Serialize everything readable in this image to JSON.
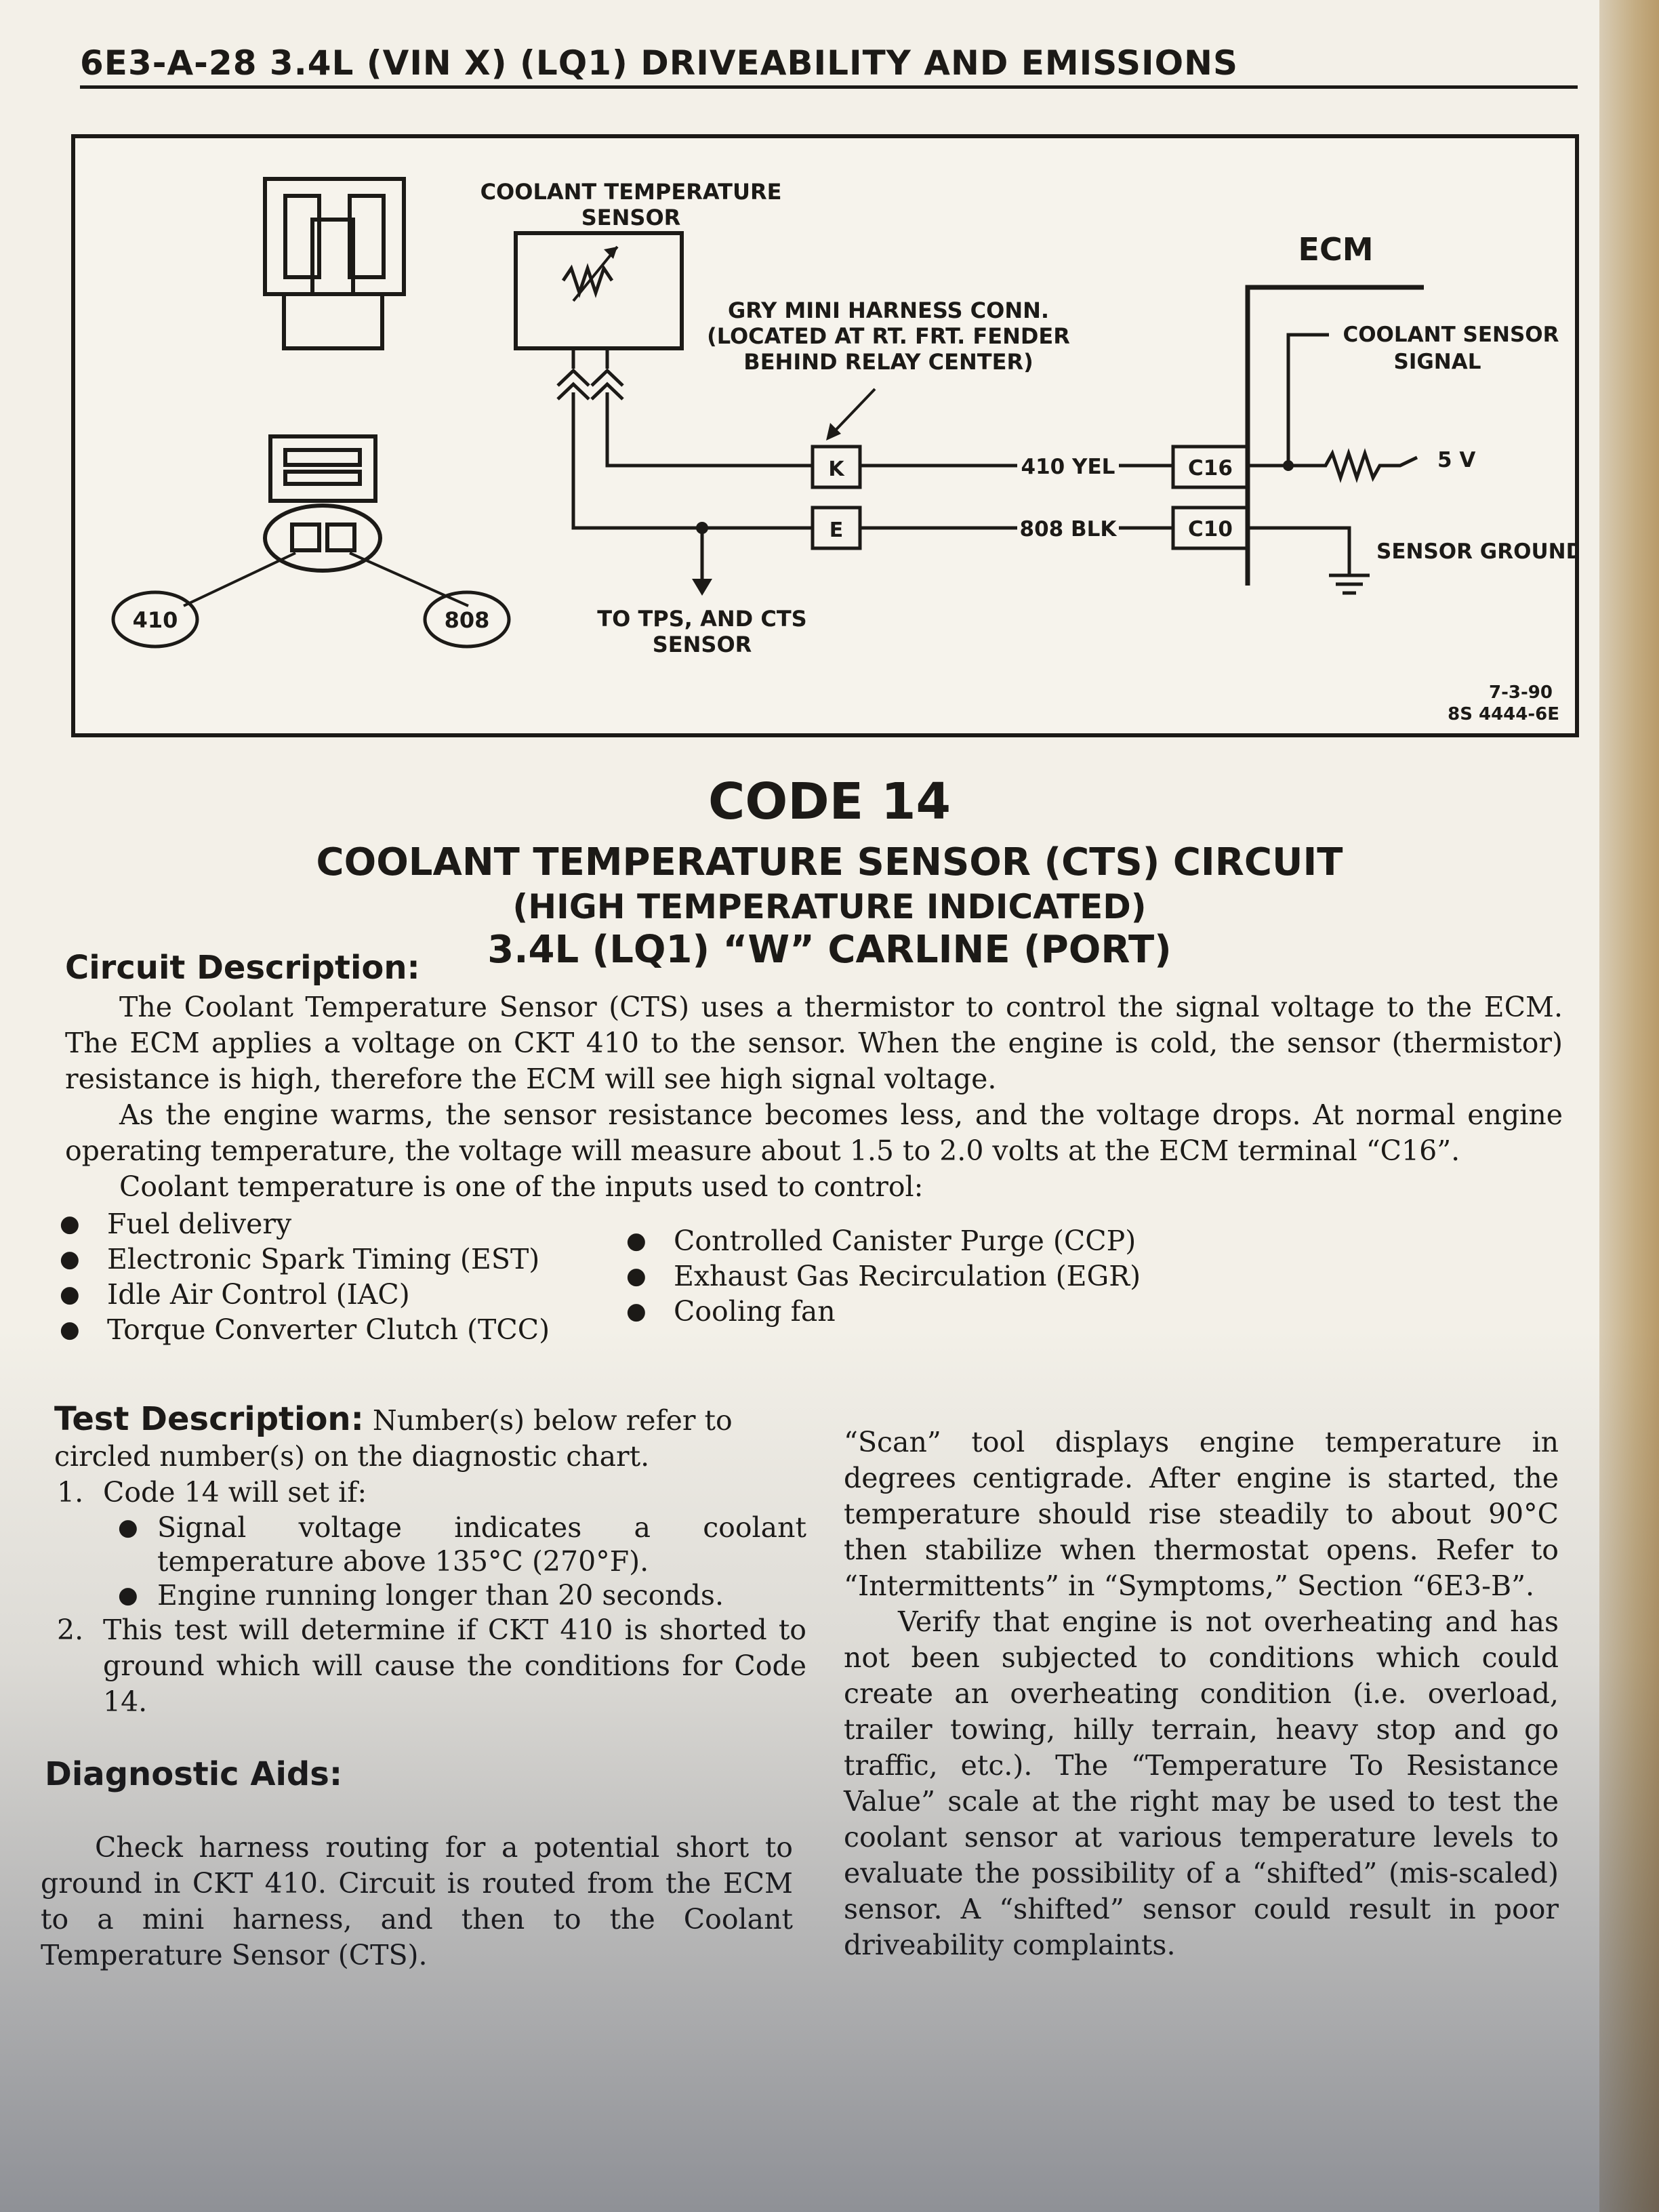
{
  "header": {
    "title": "6E3-A-28  3.4L  (VIN X)  (LQ1)  DRIVEABILITY AND EMISSIONS"
  },
  "diagram": {
    "coolant_sensor_label": [
      "COOLANT TEMPERATURE",
      "SENSOR"
    ],
    "harness_label": [
      "GRY MINI HARNESS CONN.",
      "(LOCATED AT RT. FRT. FENDER",
      "BEHIND RELAY CENTER)"
    ],
    "ecm_label": "ECM",
    "coolant_signal_label": [
      "COOLANT SENSOR",
      "SIGNAL"
    ],
    "voltage_label": "5 V",
    "sensor_ground_label": "SENSOR GROUND",
    "pin_k": "K",
    "pin_e": "E",
    "wire_410": "410 YEL",
    "wire_808": "808 BLK",
    "terminal_c16": "C16",
    "terminal_c10": "C10",
    "to_tps_label": [
      "TO TPS, AND CTS",
      "SENSOR"
    ],
    "circle_410": "410",
    "circle_808": "808",
    "ref_date": "7-3-90",
    "ref_code": "8S 4444-6E"
  },
  "code": {
    "title": "CODE 14",
    "subtitle1": "COOLANT TEMPERATURE SENSOR (CTS) CIRCUIT",
    "subtitle2": "(HIGH TEMPERATURE INDICATED)",
    "subtitle3": "3.4L (LQ1) “W” CARLINE (PORT)"
  },
  "circuit": {
    "heading": "Circuit Description:",
    "para1": "The Coolant Temperature Sensor (CTS) uses a thermistor to control the signal voltage to the ECM. The ECM applies a voltage on CKT 410 to the sensor. When the engine is cold, the sensor (thermistor) resistance is high, therefore the ECM will see high signal voltage.",
    "para2": "As the engine warms, the sensor resistance becomes less, and the voltage drops. At normal engine operating temperature, the voltage will measure about 1.5 to 2.0 volts at the ECM terminal “C16”.",
    "para3": "Coolant temperature is one of the inputs used to control:",
    "bullets_left": [
      "Fuel delivery",
      "Electronic Spark Timing (EST)",
      "Idle Air Control (IAC)",
      "Torque Converter Clutch (TCC)"
    ],
    "bullets_right": [
      "Controlled Canister Purge (CCP)",
      "Exhaust Gas Recirculation (EGR)",
      "Cooling fan"
    ]
  },
  "test": {
    "heading": "Test Description:",
    "intro": "Number(s) below refer to circled number(s) on the diagnostic chart.",
    "item1_num": "1.",
    "item1": "Code 14 will set if:",
    "item1_subs": [
      "Signal voltage indicates a coolant temperature above 135°C (270°F).",
      "Engine running longer than 20 seconds."
    ],
    "item2_num": "2.",
    "item2": "This test will determine if CKT 410 is shorted to ground which will cause the conditions for Code 14."
  },
  "diagnostic": {
    "heading": "Diagnostic Aids:",
    "text": "Check harness routing for a potential short to ground in CKT 410. Circuit is routed from the ECM to a mini harness, and then to the Coolant Temperature Sensor (CTS)."
  },
  "right_col": {
    "para1": "“Scan” tool displays engine temperature in degrees centigrade. After engine is started, the temperature should rise steadily to about 90°C then stabilize when thermostat opens. Refer to “Intermittents” in “Symptoms,” Section “6E3-B”.",
    "para2": "Verify that engine is not overheating and has not been subjected to conditions which could create an overheating condition (i.e. overload, trailer towing, hilly terrain, heavy stop and go traffic, etc.). The “Temperature To Resistance Value” scale at the right may be used to test the coolant sensor at various temperature levels to evaluate the possibility of a “shifted” (mis-scaled) sensor. A “shifted” sensor could result in poor driveability complaints."
  }
}
